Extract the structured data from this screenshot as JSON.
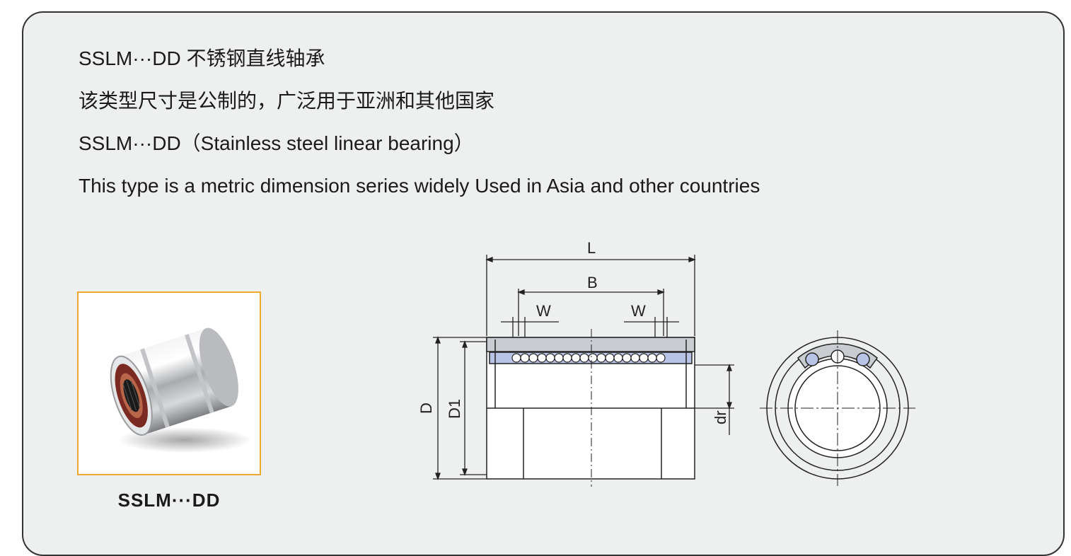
{
  "heading": {
    "line1": "SSLM···DD 不锈钢直线轴承",
    "line2": "该类型尺寸是公制的，广泛用于亚洲和其他国家",
    "line3": "SSLM···DD（Stainless steel linear bearing）",
    "line4": "This type is a metric dimension series widely Used in Asia and other countries"
  },
  "photo": {
    "caption": "SSLM···DD"
  },
  "drawing": {
    "labels": {
      "L": "L",
      "B": "B",
      "W_left": "W",
      "W_right": "W",
      "D": "D",
      "D1": "D1",
      "dr": "dr"
    }
  },
  "colors": {
    "panel_background": "#eef0ef",
    "panel_border": "#333333",
    "photo_border": "#f0a830",
    "bearing_fill": "#c9ccd1",
    "ball_retainer_fill": "#b9c3e6"
  }
}
